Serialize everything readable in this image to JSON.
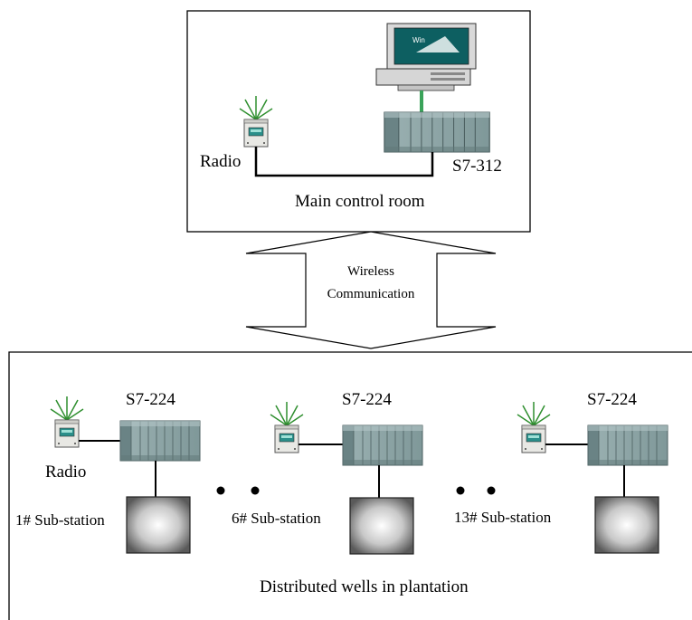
{
  "main_room": {
    "title": "Main control room",
    "radio_label": "Radio",
    "plc_label": "S7-312",
    "computer_screen_text": "Win"
  },
  "link": {
    "line1": "Wireless",
    "line2": "Communication"
  },
  "plantation": {
    "title": "Distributed wells in plantation",
    "radio_label": "Radio",
    "substations": [
      {
        "plc_label": "S7-224",
        "name": "1# Sub-station"
      },
      {
        "plc_label": "S7-224",
        "name": "6# Sub-station"
      },
      {
        "plc_label": "S7-224",
        "name": "13# Sub-station"
      }
    ]
  },
  "colors": {
    "plc_body": "#8fa6a6",
    "plc_slot": "#6f8c8e",
    "radio_body": "#e6e6e2",
    "antenna": "#2f8f2f",
    "cable_green": "#3aa35a",
    "monitor_screen": "#0d5f61"
  },
  "icons": [
    "antenna-icon",
    "radio-icon",
    "plc-rack-icon",
    "computer-icon",
    "well-pump-icon",
    "ellipsis-dots-icon"
  ]
}
